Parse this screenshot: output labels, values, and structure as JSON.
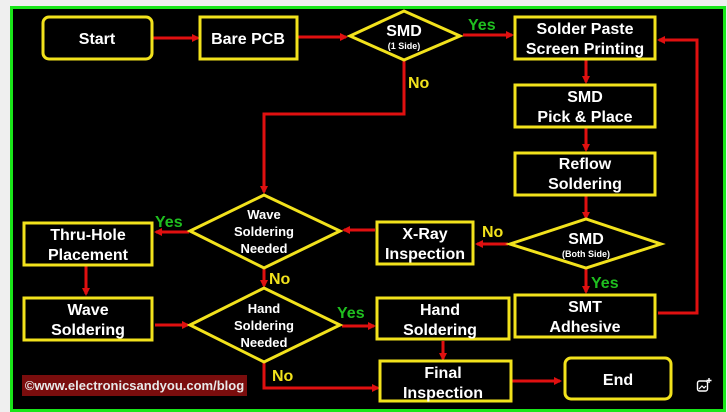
{
  "nodes": {
    "start": "Start",
    "bare_pcb": "Bare PCB",
    "smd_1side": {
      "title": "SMD",
      "sub": "(1 Side)"
    },
    "solder_paste": [
      "Solder Paste",
      "Screen Printing"
    ],
    "pick_place": [
      "SMD",
      "Pick & Place"
    ],
    "reflow": [
      "Reflow",
      "Soldering"
    ],
    "smd_both": {
      "title": "SMD",
      "sub": "(Both Side)"
    },
    "smt_adhesive": [
      "SMT",
      "Adhesive"
    ],
    "xray": [
      "X-Ray",
      "Inspection"
    ],
    "wave_needed": [
      "Wave",
      "Soldering",
      "Needed"
    ],
    "thru_hole": [
      "Thru-Hole",
      "Placement"
    ],
    "wave_soldering": [
      "Wave",
      "Soldering"
    ],
    "hand_needed": [
      "Hand",
      "Soldering",
      "Needed"
    ],
    "hand_soldering": [
      "Hand",
      "Soldering"
    ],
    "final_inspection": [
      "Final",
      "Inspection"
    ],
    "end": "End"
  },
  "labels": {
    "yes": "Yes",
    "no": "No"
  },
  "credit": "©www.electronicsandyou.com/blog",
  "colors": {
    "border": "#19e619",
    "box": "#f2e21c",
    "arrow": "#e01010",
    "yes": "#1fbf1f",
    "no": "#f2e21c",
    "credit_bg": "#7a0d0d"
  }
}
